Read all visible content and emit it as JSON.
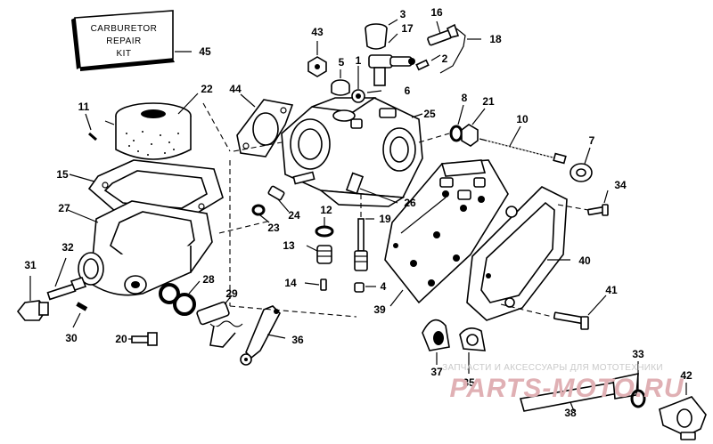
{
  "kit_box": {
    "line1": "CARBURETOR",
    "line2": "REPAIR",
    "line3": "KIT"
  },
  "labels": {
    "p1": "1",
    "p2": "2",
    "p3": "3",
    "p4": "4",
    "p5": "5",
    "p6": "6",
    "p7": "7",
    "p8": "8",
    "p10": "10",
    "p11": "11",
    "p12": "12",
    "p13": "13",
    "p14": "14",
    "p15": "15",
    "p16": "16",
    "p17": "17",
    "p18": "18",
    "p19": "19",
    "p20": "20",
    "p21": "21",
    "p22": "22",
    "p23": "23",
    "p24": "24",
    "p25": "25",
    "p26": "26",
    "p27": "27",
    "p28": "28",
    "p29": "29",
    "p30": "30",
    "p31": "31",
    "p32": "32",
    "p33": "33",
    "p34": "34",
    "p35": "35",
    "p36": "36",
    "p37": "37",
    "p38": "38",
    "p39": "39",
    "p40": "40",
    "p41": "41",
    "p42": "42",
    "p43": "43",
    "p44": "44",
    "p45": "45"
  },
  "watermark": {
    "line1": "ЗАПЧАСТИ И АКСЕССУАРЫ ДЛЯ МОТОТЕХНИКИ",
    "line2": "PARTS-MOTO.RU"
  }
}
